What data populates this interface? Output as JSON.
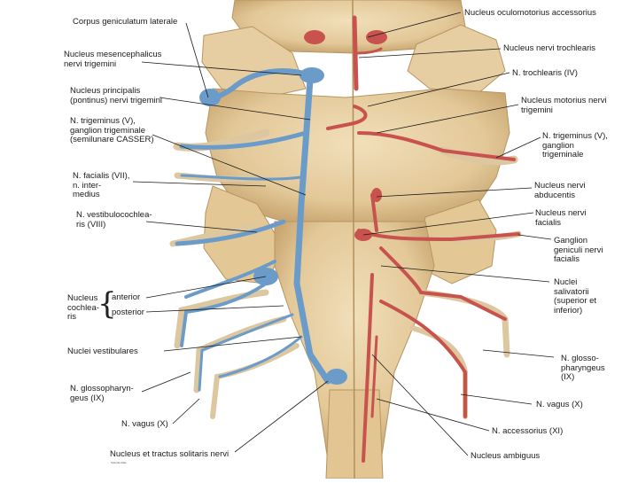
{
  "labels": {
    "corpus_geniculatum": "Corpus geniculatum laterale",
    "nucl_mesencephalicus": "Nucleus mesencephalicus\nnervi trigemini",
    "nucl_principalis": "Nucleus principalis\n(pontinus) nervi trigemini",
    "n_trigeminus_left": "N. trigeminus (V),\nganglion trigeminale\n(semilunare CASSER)",
    "n_facialis_left": "N. facialis (VII),\nn. inter-\nmedius",
    "n_vestibulocochlearis": "N. vestibulocochlea-\nris (VIII)",
    "nucleus_cochlearis": "Nucleus\ncochlea-\nris",
    "anterior": "anterior",
    "posterior": "posterior",
    "nuclei_vestibulares": "Nuclei vestibulares",
    "n_glossopharyngeus_left": "N. glossopharyn-\ngeus (IX)",
    "n_vagus_left": "N. vagus (X)",
    "nucl_tractus_solitarii": "Nucleus et tractus solitaris nervi",
    "nucl_oculomotorius": "Nucleus oculomotorius accessorius",
    "nucl_trochlearis": "Nucleus nervi trochlearis",
    "n_trochlearis": "N. trochlearis (IV)",
    "nucl_motorius": "Nucleus motorius nervi\ntrigemini",
    "n_trigeminus_right": "N. trigeminus (V),\nganglion\ntrigeminale",
    "nucl_abducentis": "Nucleus nervi\nabducentis",
    "nucl_facialis": "Nucleus nervi\nfacialis",
    "ganglion_geniculi": "Ganglion\ngeniculi nervi\nfacialis",
    "nuclei_salivatorii": "Nuclei\nsalivatorii\n(superior et\ninferior)",
    "n_glossopharyngeus_right": "N. glosso-\npharyngeus\n(IX)",
    "n_vagus_right": "N. vagus (X)",
    "n_accessorius": "N. accessorius (XI)",
    "nucl_ambiguus": "Nucleus ambiguus",
    "credit": "Sobotta Atlas"
  },
  "colors": {
    "tissue": "#e9d2a6",
    "tissue_shadow": "#c9a772",
    "tissue_dark": "#a78452",
    "sensory_nerve": "#6b9cc9",
    "motor_nerve": "#c8534e",
    "nerve_root": "#dcc7a0"
  }
}
